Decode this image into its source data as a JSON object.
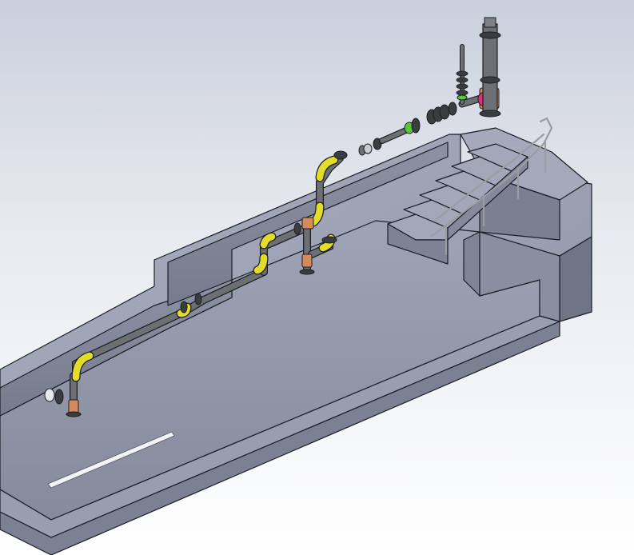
{
  "colors": {
    "background_top": "#c9d0dc",
    "background_bottom": "#ffffff",
    "basin_top": "#9aa0b1",
    "basin_side_light": "#8d93a4",
    "basin_side_dark": "#6f7486",
    "floor": "#9196a9",
    "pipe": "#6c6f74",
    "elbow": "#e4dc2a",
    "tee": "#d48a5a",
    "valve_green": "#58c838",
    "valve_magenta": "#e0307a",
    "flange": "#3a3d40",
    "handrail": "#9a9da2"
  },
  "icons": {
    "scene": "3d-model-view",
    "pipe": "pipe-segment",
    "elbow": "pipe-elbow",
    "tee": "pipe-tee",
    "flange": "pipe-flange",
    "valve": "valve",
    "stair": "staircase",
    "handrail": "handrail"
  }
}
